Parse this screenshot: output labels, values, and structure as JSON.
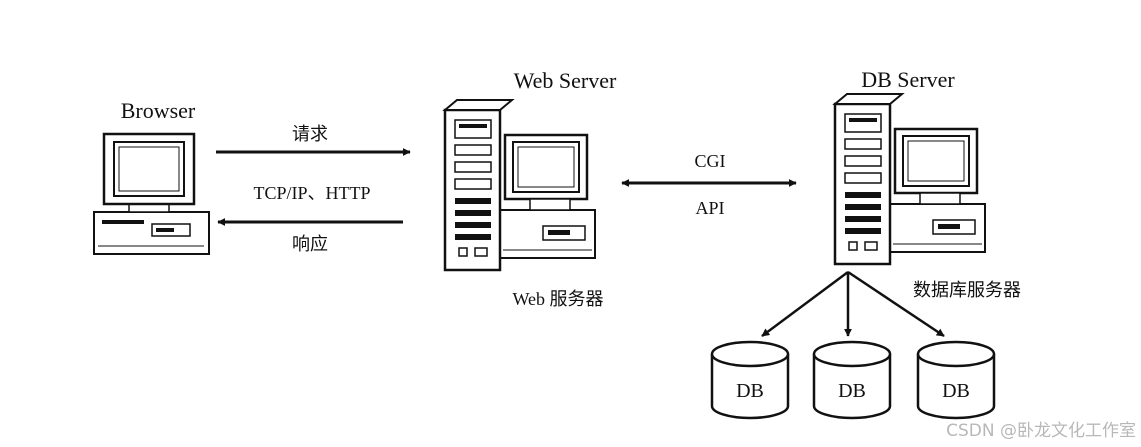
{
  "nodes": {
    "browser": {
      "title": "Browser"
    },
    "web_server": {
      "title": "Web Server",
      "caption": "Web 服务器"
    },
    "db_server": {
      "title": "DB Server",
      "caption": "数据库服务器"
    }
  },
  "edges": {
    "request": {
      "label": "请求"
    },
    "protocol": {
      "label": "TCP/IP、HTTP"
    },
    "response": {
      "label": "响应"
    },
    "cgi": {
      "label": "CGI"
    },
    "api": {
      "label": "API"
    }
  },
  "databases": [
    {
      "label": "DB"
    },
    {
      "label": "DB"
    },
    {
      "label": "DB"
    }
  ],
  "watermark": {
    "text": "CSDN @卧龙文化工作室"
  }
}
